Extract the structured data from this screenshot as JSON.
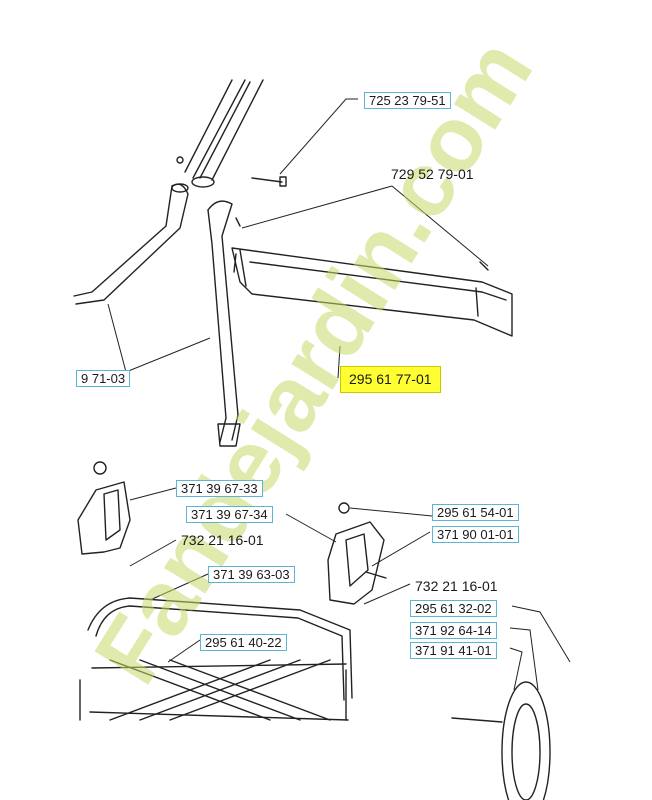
{
  "watermark": {
    "text": "Fandejardin.com",
    "color": "#c7d96a",
    "accent": "#e8a23a"
  },
  "colors": {
    "label_border": "#5bb6d6",
    "highlight": "#ffff33",
    "line": "#222222"
  },
  "labels": {
    "l1": "725 23 79-51",
    "l2": "729 52 79-01",
    "l3": "9 71-03",
    "l4": "295 61 77-01",
    "l5": "371 39 67-33",
    "l6": "371 39 67-34",
    "l7": "295 61 54-01",
    "l8": "371 90 01-01",
    "l9": "732 21 16-01",
    "l10": "371 39 63-03",
    "l11": "732 21 16-01",
    "l12": "295 61 32-02",
    "l13": "295 61 40-22",
    "l14": "371 92 64-14",
    "l15": "371 91 41-01"
  }
}
